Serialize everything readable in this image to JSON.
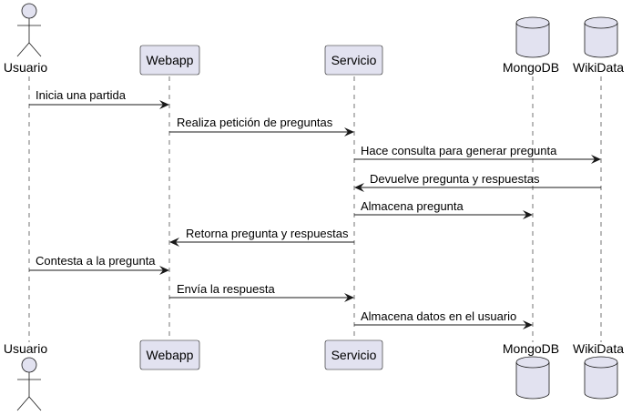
{
  "diagram": {
    "participants": [
      {
        "id": "usuario",
        "label": "Usuario",
        "kind": "actor"
      },
      {
        "id": "webapp",
        "label": "Webapp",
        "kind": "participant"
      },
      {
        "id": "servicio",
        "label": "Servicio",
        "kind": "participant"
      },
      {
        "id": "mongodb",
        "label": "MongoDB",
        "kind": "database"
      },
      {
        "id": "wikidata",
        "label": "WikiData",
        "kind": "database"
      }
    ],
    "messages": [
      {
        "from": "usuario",
        "to": "webapp",
        "label": "Inicia una partida"
      },
      {
        "from": "webapp",
        "to": "servicio",
        "label": "Realiza petición de preguntas"
      },
      {
        "from": "servicio",
        "to": "wikidata",
        "label": "Hace consulta para generar pregunta"
      },
      {
        "from": "wikidata",
        "to": "servicio",
        "label": "Devuelve pregunta y respuestas"
      },
      {
        "from": "servicio",
        "to": "mongodb",
        "label": "Almacena pregunta"
      },
      {
        "from": "servicio",
        "to": "webapp",
        "label": "Retorna pregunta y respuestas"
      },
      {
        "from": "usuario",
        "to": "webapp",
        "label": "Contesta a la pregunta"
      },
      {
        "from": "webapp",
        "to": "servicio",
        "label": "Envía la respuesta"
      },
      {
        "from": "servicio",
        "to": "mongodb",
        "label": "Almacena datos en el usuario"
      }
    ]
  },
  "colors": {
    "participant_fill": "#E2E2F0",
    "participant_border": "#181818",
    "lifeline": "#181818",
    "arrow": "#181818"
  }
}
